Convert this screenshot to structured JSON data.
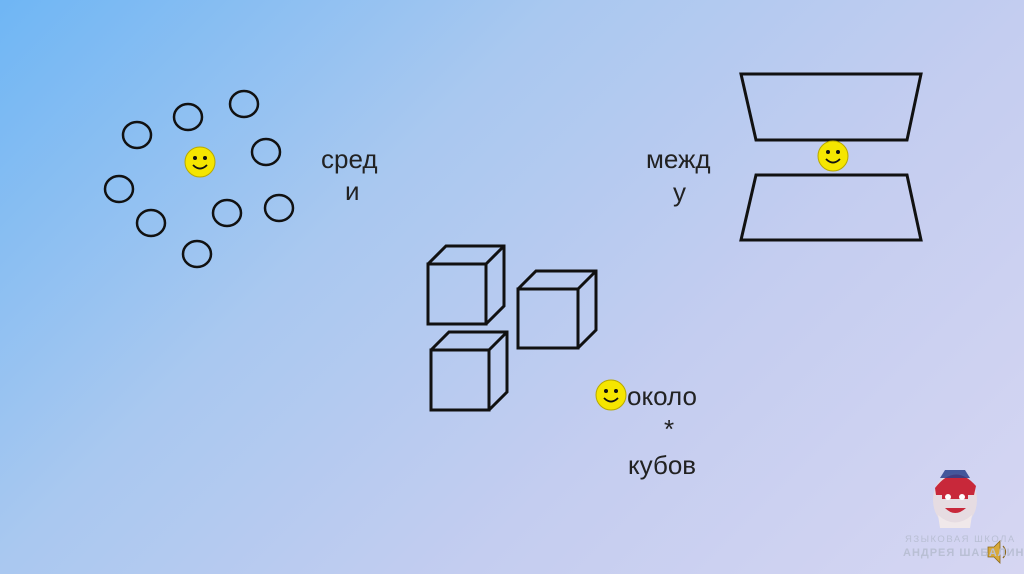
{
  "slide": {
    "word_sredi": {
      "line1": "сред",
      "line2": "и"
    },
    "word_mezhdu": {
      "line1": "межд",
      "line2": "у"
    },
    "word_okolo": {
      "line1": "около",
      "line2": "*",
      "line3": "кубов"
    }
  },
  "logo": {
    "line1": "ЯЗЫКОВАЯ ШКОЛА",
    "line2": "АНДРЕЯ ШАБАЛИНА"
  },
  "colors": {
    "smiley": "#f5e600",
    "stroke": "#111111"
  },
  "icons": [
    "smiley-icon",
    "ring-icon",
    "cube-icon",
    "trapezoid-icon",
    "speaker-icon"
  ]
}
